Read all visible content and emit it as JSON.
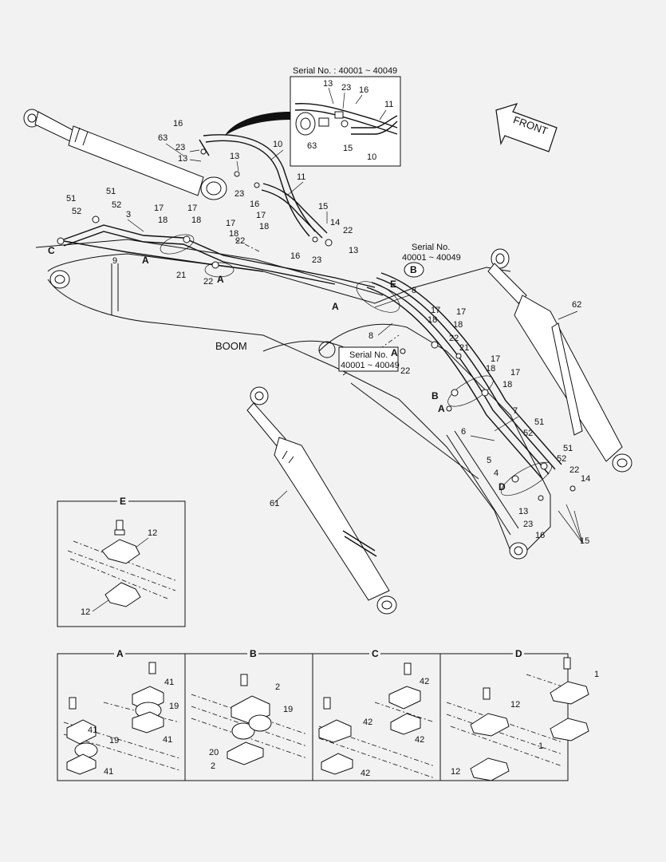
{
  "labels": {
    "boom": "BOOM",
    "front": "FRONT",
    "serial_top": "Serial No. : 40001 ~ 40049",
    "serial_mid": [
      "Serial No.",
      "40001 ~ 40049"
    ],
    "serial_box": [
      "Serial No.",
      "40001 ~ 40049"
    ],
    "sections": {
      "E": "E",
      "A": "A",
      "B": "B",
      "C": "C",
      "D": "D"
    },
    "callouts": {
      "A": "A",
      "B": "B",
      "C": "C",
      "D": "D",
      "E": "E"
    }
  },
  "part_numbers": {
    "inset_top": [
      "13",
      "23",
      "16",
      "11",
      "63",
      "15",
      "10"
    ],
    "main": [
      "16",
      "63",
      "23",
      "13",
      "13",
      "23",
      "16",
      "10",
      "11",
      "51",
      "52",
      "51",
      "52",
      "3",
      "17",
      "18",
      "17",
      "18",
      "17",
      "18",
      "22",
      "9",
      "21",
      "22",
      "15",
      "14",
      "22",
      "16",
      "23",
      "13",
      "17",
      "18",
      "8",
      "8",
      "62",
      "17",
      "18",
      "17",
      "18",
      "22",
      "21",
      "22",
      "17",
      "18",
      "17",
      "18",
      "7",
      "6",
      "5",
      "4",
      "51",
      "52",
      "51",
      "52",
      "22",
      "14",
      "13",
      "23",
      "16",
      "15",
      "61"
    ],
    "detail_E": [
      "12",
      "12"
    ],
    "detail_A": [
      "41",
      "19",
      "41",
      "41",
      "19",
      "41"
    ],
    "detail_B": [
      "2",
      "19",
      "20",
      "2"
    ],
    "detail_C": [
      "42",
      "42",
      "42",
      "42"
    ],
    "detail_D": [
      "1",
      "12",
      "1",
      "12"
    ]
  }
}
